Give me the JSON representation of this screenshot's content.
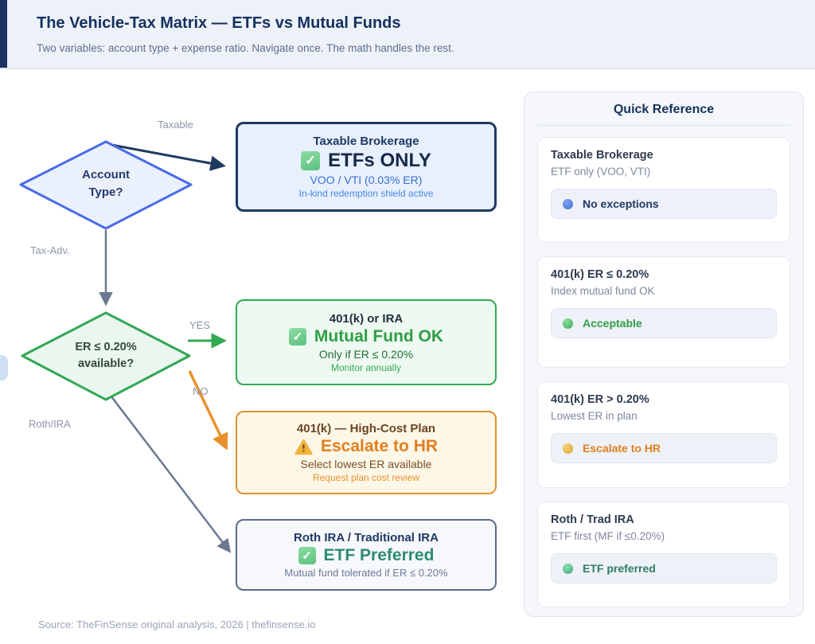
{
  "header": {
    "title": "The Vehicle-Tax Matrix — ETFs vs Mutual Funds",
    "subtitle": "Two variables: account type + expense ratio. Navigate once. The math handles the rest."
  },
  "flowchart": {
    "decisions": [
      {
        "line1": "Account",
        "line2": "Type?"
      },
      {
        "line1": "ER ≤ 0.20%",
        "line2": "available?"
      }
    ],
    "edge_labels": {
      "taxable": "Taxable",
      "tax_adv": "Tax-Adv.",
      "yes": "YES",
      "no": "NO",
      "roth_ira": "Roth/IRA"
    },
    "outcomes": [
      {
        "title": "Taxable Brokerage",
        "verdict": "ETFs ONLY",
        "detail": "VOO / VTI (0.03% ER)",
        "note": "In-kind redemption shield active",
        "icon": "check"
      },
      {
        "title": "401(k) or IRA",
        "verdict": "Mutual Fund OK",
        "detail": "Only if ER ≤ 0.20%",
        "note": "Monitor annually",
        "icon": "check"
      },
      {
        "title": "401(k) — High-Cost Plan",
        "verdict": "Escalate to HR",
        "detail": "Select lowest ER available",
        "note": "Request plan cost review",
        "icon": "warning"
      },
      {
        "title": "Roth IRA / Traditional IRA",
        "verdict": "ETF Preferred",
        "detail": "Mutual fund tolerated if ER ≤ 0.20%",
        "icon": "check"
      }
    ]
  },
  "quick_reference": {
    "title": "Quick Reference",
    "cards": [
      {
        "title": "Taxable Brokerage",
        "subtitle": "ETF only (VOO, VTI)",
        "badge": "No exceptions",
        "dot_color": "#3f6fd8",
        "badge_text_color": "#1f3864"
      },
      {
        "title": "401(k) ER ≤ 0.20%",
        "subtitle": "Index mutual fund OK",
        "badge": "Acceptable",
        "dot_color": "#3aa855",
        "badge_text_color": "#2f9e44"
      },
      {
        "title": "401(k) ER > 0.20%",
        "subtitle": "Lowest ER in plan",
        "badge": "Escalate to HR",
        "dot_color": "#e0a32e",
        "badge_text_color": "#e07f1f"
      },
      {
        "title": "Roth / Trad IRA",
        "subtitle": "ETF first (MF if ≤0.20%)",
        "badge": "ETF preferred",
        "dot_color": "#3aa878",
        "badge_text_color": "#2e7d68"
      }
    ]
  },
  "footer": {
    "source": "Source: TheFinSense original analysis, 2026  |  thefinsense.io"
  },
  "colors": {
    "accent_navy": "#1e3a5f",
    "accent_blue": "#4a6de5",
    "accent_green": "#34a853",
    "accent_orange": "#e0922f",
    "accent_slate": "#5a6b8c",
    "header_bg": "#edf1f8",
    "panel_bg": "#f5f7fa"
  }
}
